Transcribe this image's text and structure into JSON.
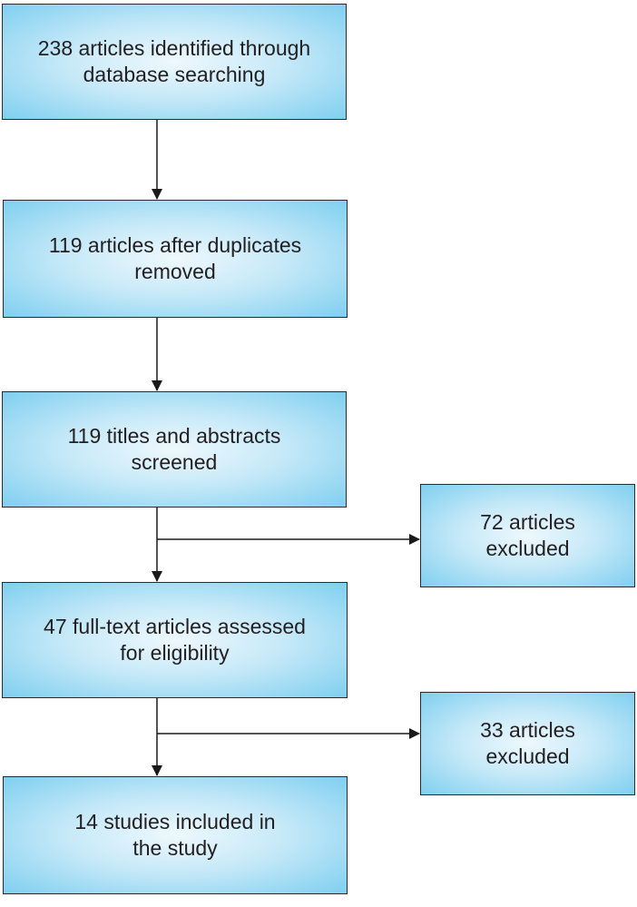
{
  "flowchart": {
    "main_steps": [
      {
        "text": "238 articles identified through\ndatabase searching"
      },
      {
        "text": "119 articles after duplicates\nremoved"
      },
      {
        "text": "119 titles and abstracts\nscreened"
      },
      {
        "text": "47 full-text articles assessed\nfor eligibility"
      },
      {
        "text": "14 studies included in\nthe study"
      }
    ],
    "exclusions": [
      {
        "text": "72 articles\nexcluded"
      },
      {
        "text": "33 articles\nexcluded"
      }
    ]
  },
  "colors": {
    "box_fill_center": "#eef8fd",
    "box_fill_edge": "#7fcff0",
    "line": "#1a1a1a"
  }
}
